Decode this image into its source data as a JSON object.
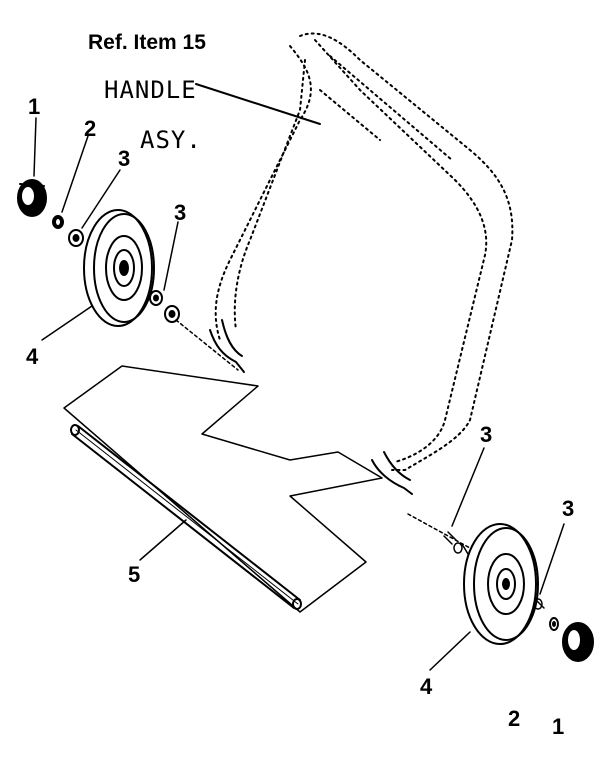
{
  "title": "Ref. Item 15",
  "assembly_label_line1": "HANDLE",
  "assembly_label_line2": "ASY.",
  "callouts": {
    "left_cap": "1",
    "left_washer_small": "2",
    "left_washer_upper": "3",
    "left_washer_inner": "3",
    "left_wheel": "4",
    "axle": "5",
    "right_washer_inner": "3",
    "right_washer_outer": "3",
    "right_wheel": "4",
    "right_washer_small": "2",
    "right_cap": "1"
  }
}
